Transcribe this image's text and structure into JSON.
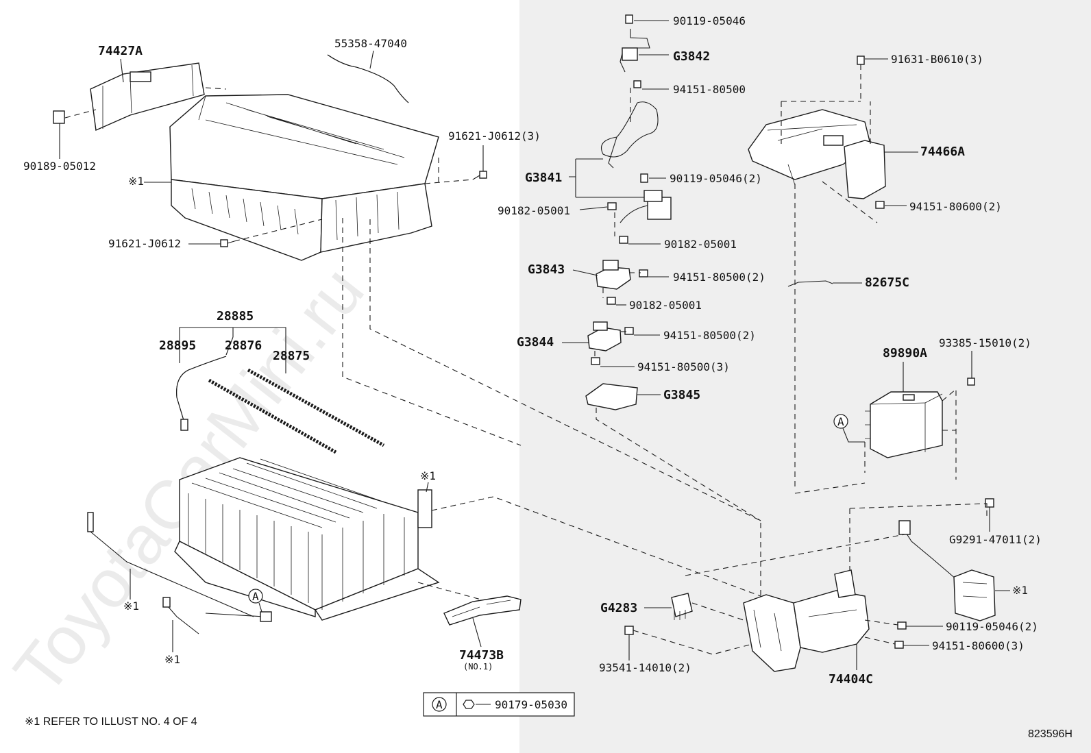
{
  "diagram": {
    "drawing_number": "823596H",
    "watermark": "ToyotaCarMini.ru",
    "footnote": "※1 REFER TO ILLUST NO. 4 OF 4",
    "legend": {
      "circle": "A",
      "part": "90179-05030"
    },
    "callouts": {
      "p74427A": "74427A",
      "p55358": "55358-47040",
      "p90189": "90189-05012",
      "ref1_top": "※1",
      "p91621_3": "91621-J0612(3)",
      "p91621": "91621-J0612",
      "p28885": "28885",
      "p28895": "28895",
      "p28876": "28876",
      "p28875": "28875",
      "ref1_stack": "※1",
      "ref1_cable": "※1",
      "ref1_small": "※1",
      "circleA_left": "A",
      "p74473B": "74473B",
      "p74473B_sub": "(NO.1)",
      "p90119_top": "90119-05046",
      "pG3842": "G3842",
      "p94151_80500": "94151-80500",
      "pG3841": "G3841",
      "p90119_2": "90119-05046(2)",
      "p90182_a": "90182-05001",
      "p90182_b": "90182-05001",
      "pG3843": "G3843",
      "p94151_80500_2a": "94151-80500(2)",
      "p90182_c": "90182-05001",
      "pG3844": "G3844",
      "p94151_80500_2b": "94151-80500(2)",
      "p94151_80500_3": "94151-80500(3)",
      "pG3845": "G3845",
      "p91631": "91631-B0610(3)",
      "p74466A": "74466A",
      "p94151_80600_2": "94151-80600(2)",
      "p82675C": "82675C",
      "p89890A": "89890A",
      "p93385": "93385-15010(2)",
      "circleA_right": "A",
      "pG9291": "G9291-47011(2)",
      "ref1_right": "※1",
      "pG4283": "G4283",
      "p93541": "93541-14010(2)",
      "p90119_2b": "90119-05046(2)",
      "p94151_80600_3": "94151-80600(3)",
      "p74404C": "74404C"
    }
  }
}
